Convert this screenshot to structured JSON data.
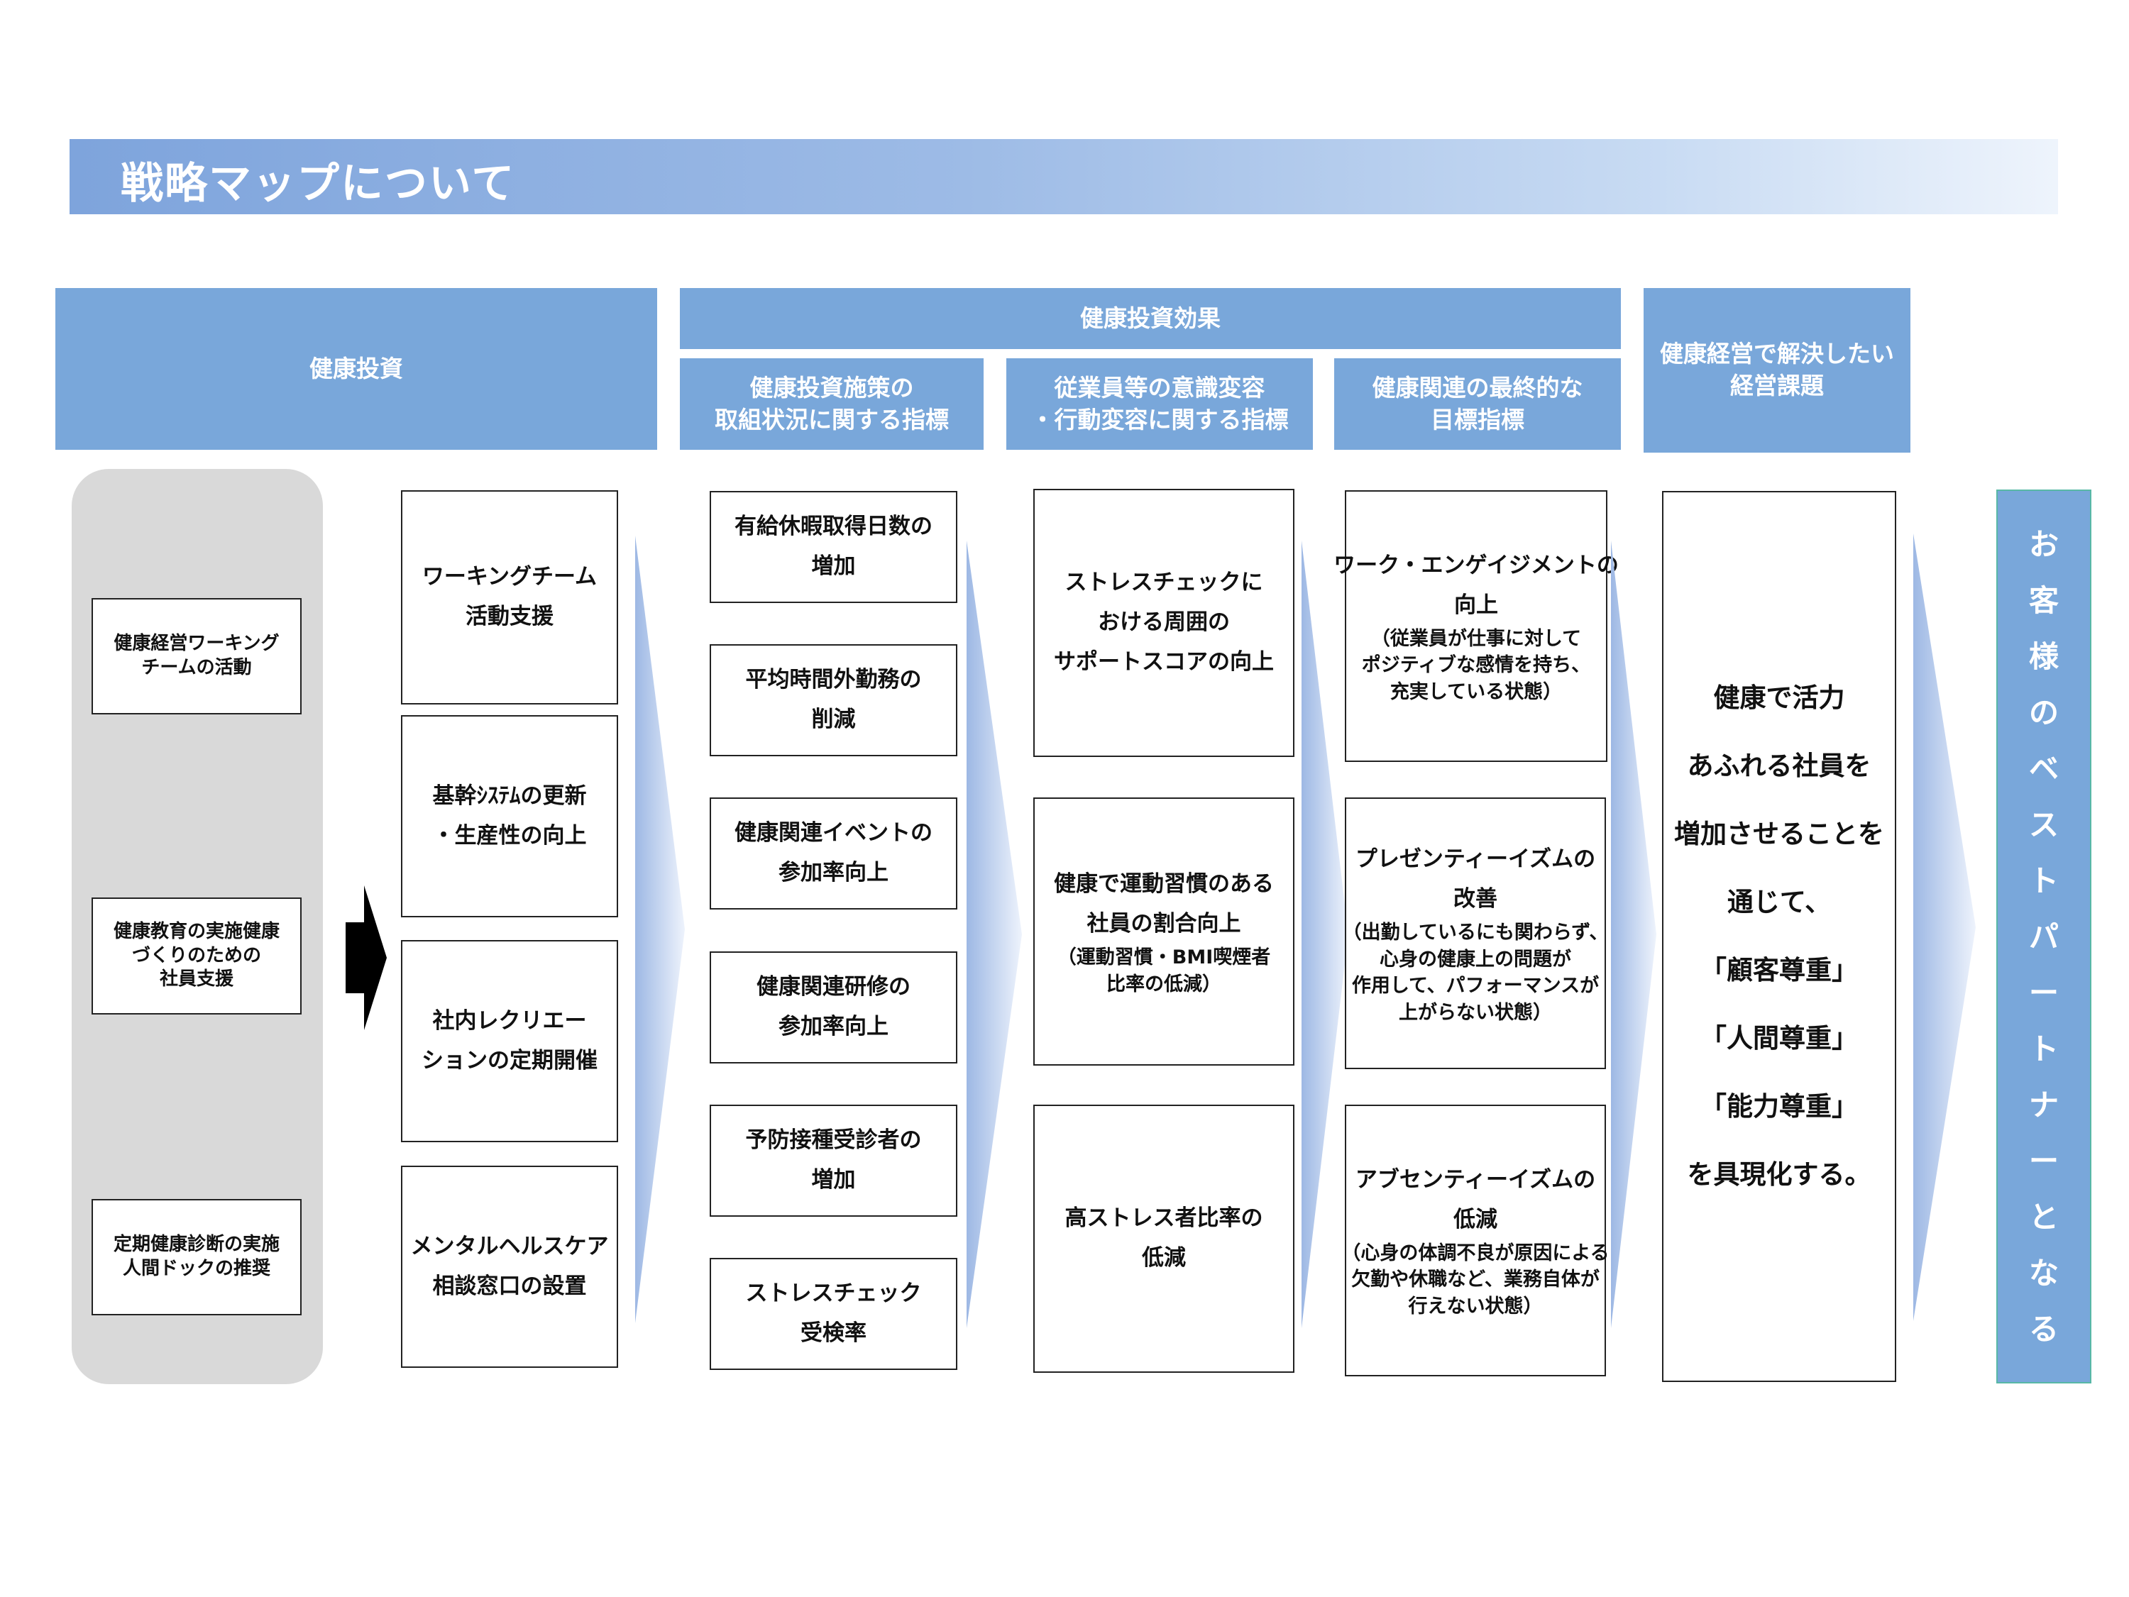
{
  "title": "戦略マップについて",
  "headers": {
    "investment": "健康投資",
    "effect": "健康投資効果",
    "effect_sub1": [
      "健康投資施策の",
      "取組状況に関する指標"
    ],
    "effect_sub2": [
      "従業員等の意識変容",
      "・行動変容に関する指標"
    ],
    "effect_sub3": [
      "健康関連の最終的な",
      "目標指標"
    ],
    "issue": [
      "健康経営で解決したい",
      "経営課題"
    ]
  },
  "left_items": [
    [
      "健康経営ワーキング",
      "チームの活動"
    ],
    [
      "健康教育の実施健康",
      "づくりのための",
      "社員支援"
    ],
    [
      "定期健康診断の実施",
      "人間ドックの推奨"
    ]
  ],
  "measures": [
    [
      "ワーキングチーム",
      "活動支援"
    ],
    [
      "基幹ｼｽﾃﾑの更新",
      "・生産性の向上"
    ],
    [
      "社内レクリエー",
      "ションの定期開催"
    ],
    [
      "メンタルヘルスケア",
      "相談窓口の設置"
    ]
  ],
  "indicators": [
    [
      "有給休暇取得日数の",
      "増加"
    ],
    [
      "平均時間外勤務の",
      "削減"
    ],
    [
      "健康関連イベントの",
      "参加率向上"
    ],
    [
      "健康関連研修の",
      "参加率向上"
    ],
    [
      "予防接種受診者の",
      "増加"
    ],
    [
      "ストレスチェック",
      "受検率"
    ]
  ],
  "behavior": [
    {
      "main": [
        "ストレスチェックに",
        "おける周囲の",
        "サポートスコアの向上"
      ],
      "note": []
    },
    {
      "main": [
        "健康で運動習慣のある",
        "社員の割合向上"
      ],
      "note": [
        "（運動習慣・BMI喫煙者",
        "比率の低減）"
      ]
    },
    {
      "main": [
        "高ストレス者比率の",
        "低減"
      ],
      "note": []
    }
  ],
  "final": [
    {
      "main": [
        "ワーク・エンゲイジメントの",
        "向上"
      ],
      "note": [
        "（従業員が仕事に対して",
        "ポジティブな感情を持ち、",
        "充実している状態）"
      ]
    },
    {
      "main": [
        "プレゼンティーイズムの",
        "改善"
      ],
      "note": [
        "（出勤しているにも関わらず、",
        "心身の健康上の問題が",
        "作用して、パフォーマンスが",
        "上がらない状態）"
      ]
    },
    {
      "main": [
        "アブセンティーイズムの",
        "低減"
      ],
      "note": [
        "（心身の体調不良が原因による",
        "欠勤や休職など、業務自体が",
        "行えない状態）"
      ]
    }
  ],
  "issue_text": [
    "健康で活力",
    "あふれる社員を",
    "増加させることを",
    "通じて、",
    "「顧客尊重」",
    "「人間尊重」",
    "「能力尊重」",
    "を具現化する。"
  ],
  "goal_text": [
    "お",
    "客",
    "様",
    "の",
    "ベ",
    "ス",
    "ト",
    "パ",
    "ー",
    "ト",
    "ナ",
    "ー",
    "と",
    "な",
    "る"
  ],
  "colors": {
    "header": "#79a7da",
    "panel": "#d9d9d9",
    "goal_border": "#58b8a6"
  }
}
